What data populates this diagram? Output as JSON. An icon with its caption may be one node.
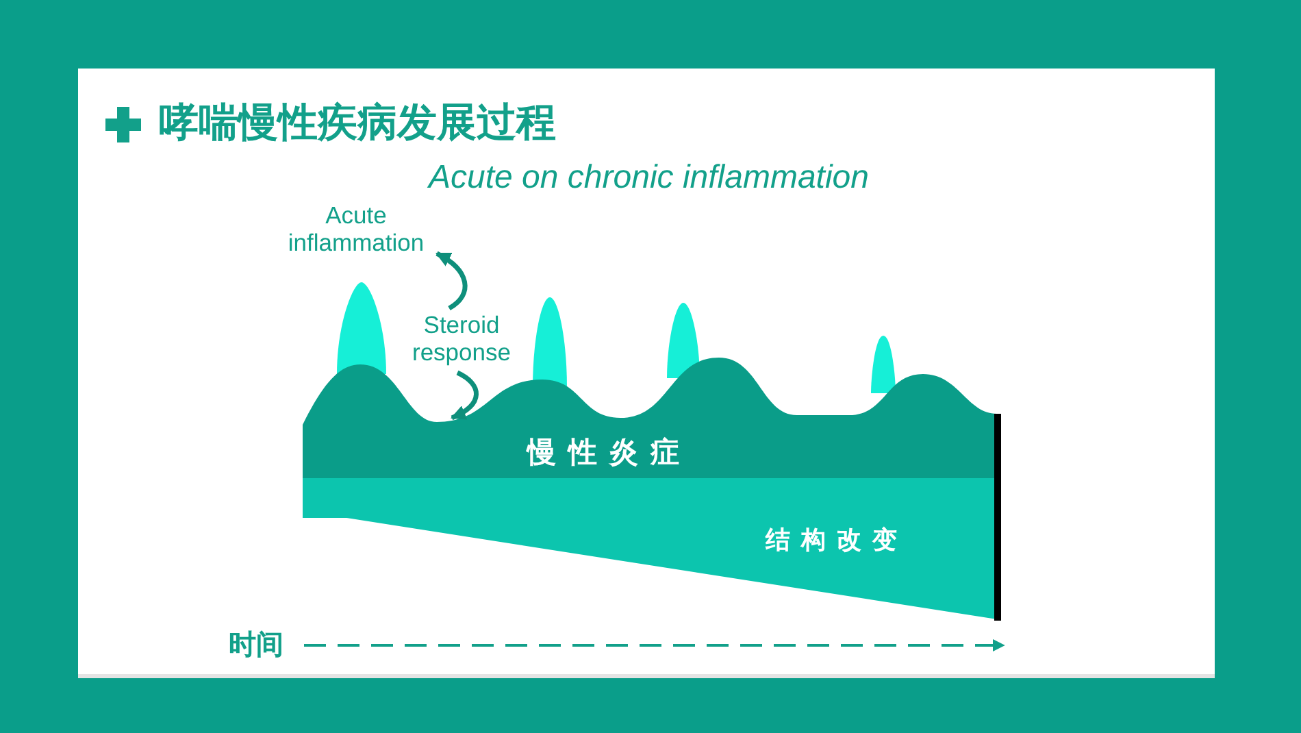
{
  "diagram": {
    "title": "哮喘慢性疾病发展过程",
    "nodes": [
      {
        "text": [
          "Acute inflammation"
        ]
      },
      {
        "text": [
          "Steroid response"
        ]
      },
      {
        "text": [
          "慢性炎症"
        ]
      },
      {
        "text": [
          "结构改变"
        ]
      }
    ],
    "edges": [
      {
        "from": 1,
        "to": 0,
        "arrow": "to"
      },
      {
        "from": 1,
        "to": 2,
        "arrow": "to"
      }
    ],
    "labels": [
      "Acute on chronic inflammation",
      "时间"
    ]
  }
}
